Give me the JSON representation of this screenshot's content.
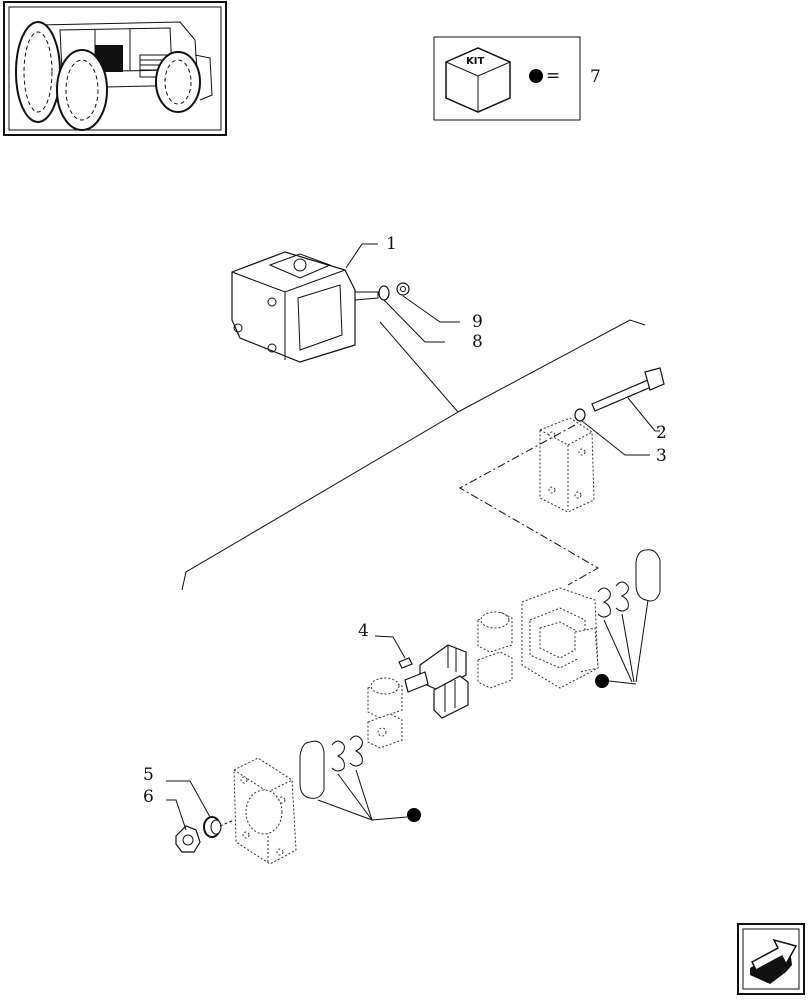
{
  "kit_legend": {
    "kit_label": "KIT",
    "equals_sign": "=",
    "kit_number": "7"
  },
  "callouts": [
    "1",
    "2",
    "3",
    "4",
    "5",
    "6",
    "8",
    "9"
  ],
  "colors": {
    "line": "#111111",
    "marker": "#000000",
    "background": "#ffffff"
  },
  "icons": {
    "thumbnail": "tractor-thumbnail-icon",
    "kit_box": "kit-box-icon",
    "kit_marker": "filled-circle-icon",
    "navigation": "next-page-arrow-icon"
  }
}
